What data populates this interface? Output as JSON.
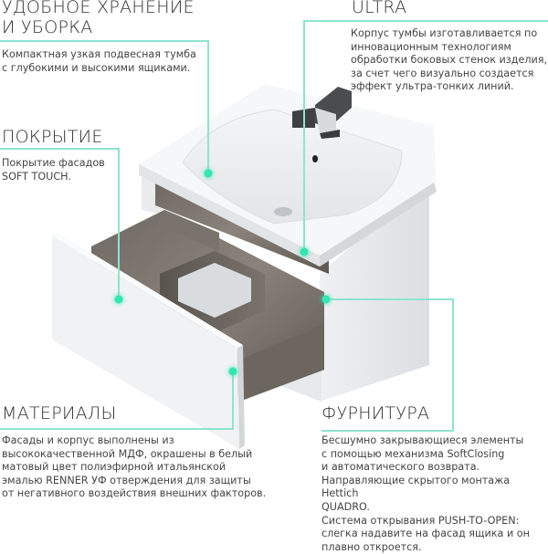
{
  "colors": {
    "accent_line": "#8fe3cf",
    "accent_dot": "#33e6b2",
    "text": "#3a3a3a"
  },
  "features": [
    {
      "id": "storage",
      "title": "УДОБНОЕ ХРАНЕНИЕ\nИ УБОРКА",
      "description": "Компактная узкая подвесная тумба\nс глубокими и высокими ящиками."
    },
    {
      "id": "ultra",
      "title": "ULTRA",
      "description": "Корпус тумбы изготавливается по\nинновационным технологиям\nобработки боковых стенок изделия,\nза счет чего визуально создается\nэффект ультра-тонких линий."
    },
    {
      "id": "coating",
      "title": "ПОКРЫТИЕ",
      "description": "Покрытие фасадов\nSOFT TOUCH."
    },
    {
      "id": "materials",
      "title": "МАТЕРИАЛЫ",
      "description": "Фасады и корпус выполнены из\nвысококачественной МДФ, окрашены в белый\nматовый цвет полиэфирной итальянской\nэмалью RENNER УФ отверждения для защиты\nот негативного воздействия внешних факторов."
    },
    {
      "id": "hardware",
      "title": "ФУРНИТУРА",
      "description": "Бесшумно закрывающиеся элементы\nс помощью механизма SoftClosing\nи автоматического возврата.\nНаправляющие скрытого монтажа Hettich\nQUADRO.\nСистема открывания PUSH-TO-OPEN:\nслегка надавите на фасад ящика и он\nплавно откроется."
    }
  ],
  "product": {
    "name": "vanity-unit-with-sink"
  }
}
